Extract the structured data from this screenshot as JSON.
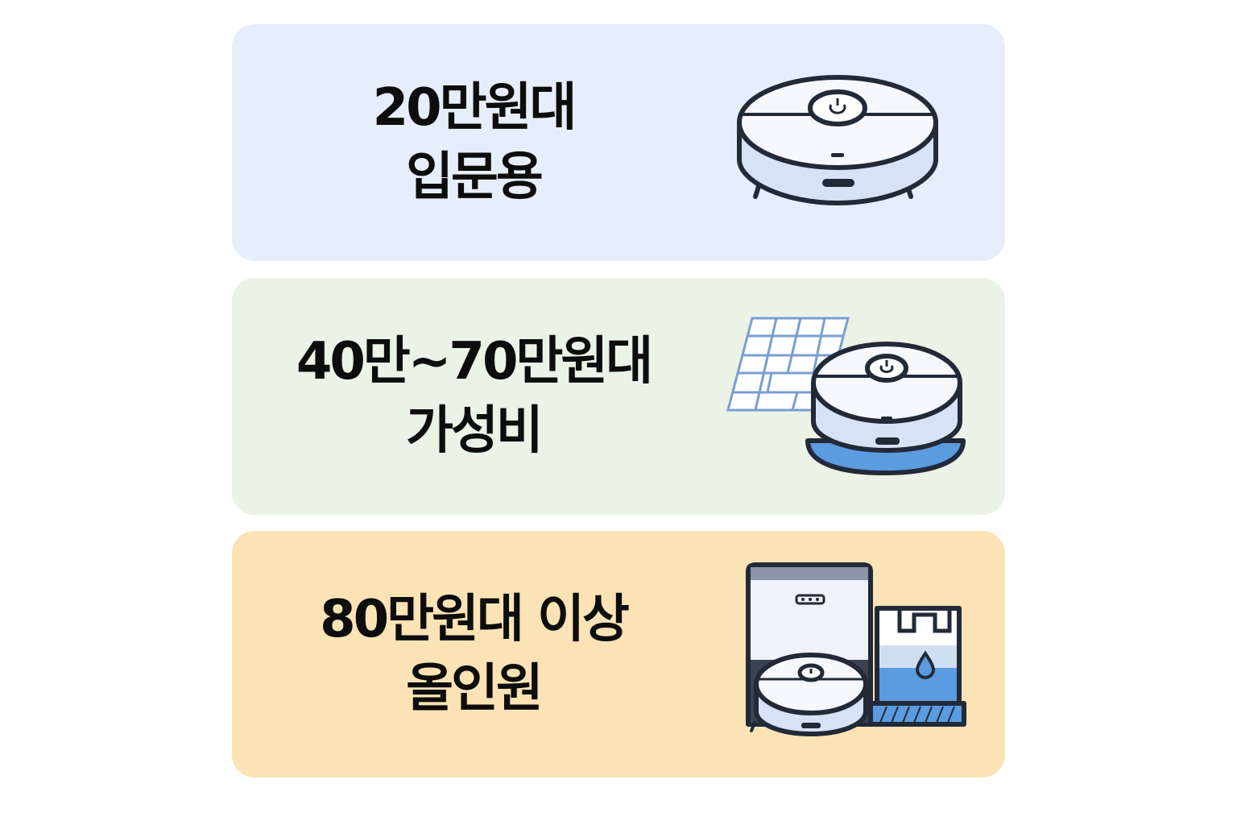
{
  "cards": [
    {
      "price": "20만원대",
      "label": "입문용",
      "icon": "robot-vacuum-icon",
      "background": "#e7eefb"
    },
    {
      "price": "40만~70만원대",
      "label": "가성비",
      "icon": "robot-vacuum-mop-map-icon",
      "background": "#ebf2e6"
    },
    {
      "price": "80만원대 이상",
      "label": "올인원",
      "icon": "robot-vacuum-station-icon",
      "background": "#fbe3b5"
    }
  ],
  "colors": {
    "outline": "#222a38",
    "body": "#f4f7fd",
    "body_shade": "#cfdcf1",
    "water": "#5b9be0",
    "map_lines": "#7a9ed1"
  }
}
